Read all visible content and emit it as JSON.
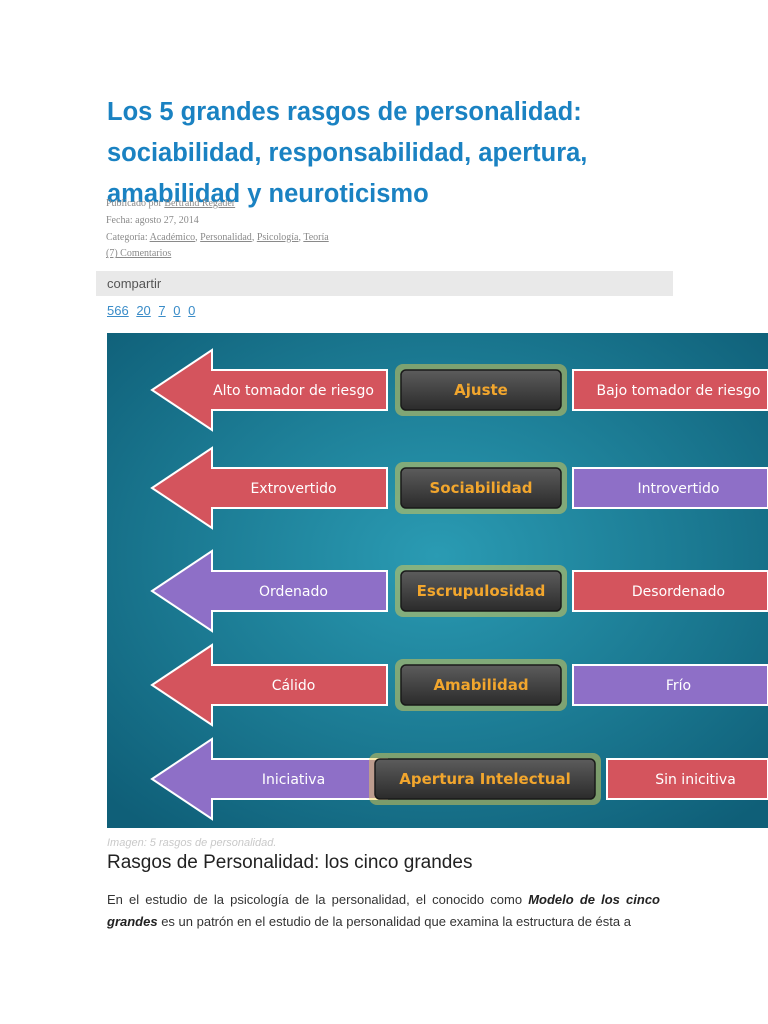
{
  "article": {
    "title": "Los 5 grandes rasgos de personalidad: sociabilidad, responsabilidad, apertura, amabilidad y neuroticismo",
    "published_by_label": "Publicado por",
    "author": "Bertrand Regader",
    "date_label": "Fecha: agosto 27, 2014",
    "category_label": "Categoría:",
    "categories": [
      "Académico",
      "Personalidad",
      "Psicología",
      "Teoría"
    ],
    "comments": "(7) Comentarios"
  },
  "share": {
    "label": "compartir",
    "counts": [
      "566",
      "20",
      "7",
      "0",
      "0"
    ]
  },
  "infographic": {
    "background": "#177a93",
    "rows": [
      {
        "left": "Alto tomador de riesgo",
        "center": "Ajuste",
        "right": "Bajo tomador de riesgo",
        "left_color": "#d4545d",
        "right_color": "#d4545d"
      },
      {
        "left": "Extrovertido",
        "center": "Sociabilidad",
        "right": "Introvertido",
        "left_color": "#d4545d",
        "right_color": "#8e6fc7"
      },
      {
        "left": "Ordenado",
        "center": "Escrupulosidad",
        "right": "Desordenado",
        "left_color": "#8e6fc7",
        "right_color": "#d4545d"
      },
      {
        "left": "Cálido",
        "center": "Amabilidad",
        "right": "Frío",
        "left_color": "#d4545d",
        "right_color": "#8e6fc7"
      },
      {
        "left": "Iniciativa",
        "center": "Apertura Intelectual",
        "right": "Sin inicitiva",
        "left_color": "#8e6fc7",
        "right_color": "#d4545d"
      }
    ]
  },
  "caption": "Imagen: 5 rasgos de personalidad.",
  "section_heading": "Rasgos de Personalidad: los cinco grandes",
  "paragraph": {
    "before": "En el estudio de la psicología de la personalidad, el conocido como ",
    "emphasis": "Modelo de los cinco grandes",
    "after": " es un patrón en el estudio de la personalidad que examina la estructura de ésta a"
  }
}
